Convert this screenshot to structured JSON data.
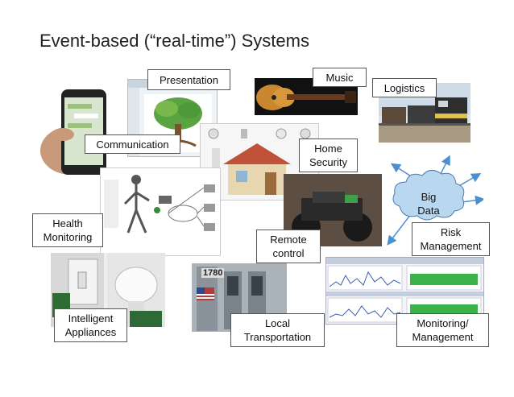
{
  "title": "Event-based (“real-time”) Systems",
  "labels": {
    "presentation": "Presentation",
    "music": "Music",
    "logistics": "Logistics",
    "communication": "Communication",
    "home_security_1": "Home",
    "home_security_2": "Security",
    "big_data_1": "Big",
    "big_data_2": "Data",
    "health_1": "Health",
    "health_2": "Monitoring",
    "remote_1": "Remote",
    "remote_2": "control",
    "risk_1": "Risk",
    "risk_2": "Management",
    "appliances_1": "Intelligent",
    "appliances_2": "Appliances",
    "transport_1": "Local",
    "transport_2": "Transportation",
    "monitoring_1": "Monitoring/",
    "monitoring_2": "Management",
    "train_number": "1780"
  },
  "colors": {
    "cloud": "#b9d8f0",
    "arrow": "#4a8fd0",
    "chart_green": "#3cb34a",
    "chart_blue": "#3a5fb0"
  }
}
